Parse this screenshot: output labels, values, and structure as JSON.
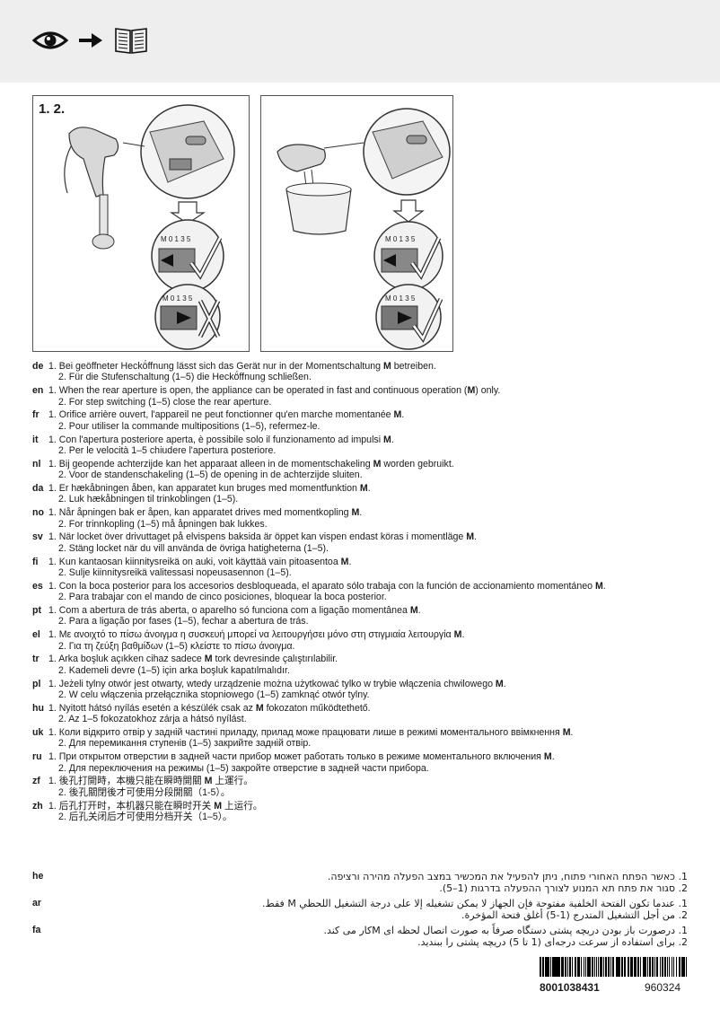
{
  "header": {
    "icons": [
      "eye-icon",
      "arrow-right-icon",
      "book-icon"
    ]
  },
  "figure": {
    "label": "1. 2.",
    "switch_labels": [
      "M",
      "0",
      "1",
      "3",
      "5"
    ]
  },
  "languages": [
    {
      "code": "de",
      "lines": [
        [
          "1. Bei geöffneter Heckö́ffnung lässt sich das Gerät nur in der Momentschaltung ",
          "M",
          " betreiben."
        ],
        [
          "2. Für die Stufenschaltung (1–5) die Heckö́ffnung schließen.",
          "",
          ""
        ]
      ]
    },
    {
      "code": "en",
      "lines": [
        [
          "1. When the rear aperture is open, the appliance can be operated in fast and continuous operation (",
          "M",
          ") only."
        ],
        [
          "2. For step switching (1–5) close the rear aperture.",
          "",
          ""
        ]
      ]
    },
    {
      "code": "fr",
      "lines": [
        [
          "1. Orifice arrière ouvert, l'appareil ne peut fonctionner qu'en marche momentanée ",
          "M",
          "."
        ],
        [
          "2. Pour utiliser la commande multipositions (1–5), refermez-le.",
          "",
          ""
        ]
      ]
    },
    {
      "code": "it",
      "lines": [
        [
          "1. Con l'apertura posteriore aperta, è possibile solo il funzionamento ad impulsi ",
          "M",
          "."
        ],
        [
          "2. Per le velocità 1–5 chiudere l'apertura posteriore.",
          "",
          ""
        ]
      ]
    },
    {
      "code": "nl",
      "lines": [
        [
          "1. Bij geopende achterzijde kan het apparaat alleen in de momentschakeling ",
          "M",
          " worden gebruikt."
        ],
        [
          "2. Voor de standenschakeling (1–5) de opening in de achterzijde sluiten.",
          "",
          ""
        ]
      ]
    },
    {
      "code": "da",
      "lines": [
        [
          "1. Er hækåbningen åben, kan apparatet kun bruges med momentfunktion ",
          "M",
          "."
        ],
        [
          "2. Luk hækåbningen til trinkoblingen (1–5).",
          "",
          ""
        ]
      ]
    },
    {
      "code": "no",
      "lines": [
        [
          "1. Når åpningen bak er åpen, kan apparatet drives med momentkopling ",
          "M",
          "."
        ],
        [
          "2. For trinnkopling (1–5) må åpningen bak lukkes.",
          "",
          ""
        ]
      ]
    },
    {
      "code": "sv",
      "lines": [
        [
          "1. När locket över drivuttaget på elvispens baksida är öppet kan vispen endast köras i momentläge ",
          "M",
          "."
        ],
        [
          "2. Stäng locket när du vill använda de övriga hatigheterna (1–5).",
          "",
          ""
        ]
      ]
    },
    {
      "code": "fi",
      "lines": [
        [
          "1. Kun kantaosan kiinnitysreikä on auki, voit käyttää vain pitoasentoa ",
          "M",
          "."
        ],
        [
          "2. Sulje kiinnitysreikä valitessasi nopeusasennon (1–5).",
          "",
          ""
        ]
      ]
    },
    {
      "code": "es",
      "lines": [
        [
          "1. Con la boca posterior para los accesorios desbloqueada, el aparato sólo trabaja con la función de accionamiento momentáneo ",
          "M",
          "."
        ],
        [
          "2. Para trabajar con el mando de cinco posiciones, bloquear la boca posterior.",
          "",
          ""
        ]
      ]
    },
    {
      "code": "pt",
      "lines": [
        [
          "1. Com a abertura de trás aberta, o aparelho só funciona com a ligação momentânea ",
          "M",
          "."
        ],
        [
          "2. Para a ligação por fases (1–5), fechar a abertura de trás.",
          "",
          ""
        ]
      ]
    },
    {
      "code": "el",
      "lines": [
        [
          "1. Με ανοιχτό το πίσω άνοιγμα η συσκευή μπορεί να λειτουργήσει μόνο στη στιγμιαία λειτουργία ",
          "M",
          "."
        ],
        [
          "2. Για τη ζεύξη βαθμίδων (1–5) κλείστε το πίσω άνοιγμα.",
          "",
          ""
        ]
      ]
    },
    {
      "code": "tr",
      "lines": [
        [
          "1. Arka boşluk açıkken cihaz sadece ",
          "M",
          " tork devresinde çalıştırılabilir."
        ],
        [
          "2. Kademeli devre (1–5) için arka boşluk kapatılmalıdır.",
          "",
          ""
        ]
      ]
    },
    {
      "code": "pl",
      "lines": [
        [
          "1. Jeżeli tylny otwór jest otwarty, wtedy urządzenie można użytkować tylko w trybie włączenia chwilowego ",
          "M",
          "."
        ],
        [
          "2. W celu włączenia przełącznika stopniowego (1–5) zamknąć otwór tylny.",
          "",
          ""
        ]
      ]
    },
    {
      "code": "hu",
      "lines": [
        [
          "1. Nyitott hátsó nyílás esetén a készülék csak az ",
          "M",
          " fokozaton működtethető."
        ],
        [
          "2. Az 1–5 fokozatokhoz zárja a hátsó nyílást.",
          "",
          ""
        ]
      ]
    },
    {
      "code": "uk",
      "lines": [
        [
          "1. Коли відкрито отвір у задній частині приладу, прилад може працювати лише в режимі моментального ввімкнення ",
          "M",
          "."
        ],
        [
          "2. Для перемикання ступенів (1–5) закрийте задній отвір.",
          "",
          ""
        ]
      ]
    },
    {
      "code": "ru",
      "lines": [
        [
          "1. При открытом отверстии в задней части прибор может работать только в режиме моментального включения ",
          "M",
          "."
        ],
        [
          "2. Для переключения на режимы (1–5) закройте отверстие в задней части прибора.",
          "",
          ""
        ]
      ]
    },
    {
      "code": "zf",
      "lines": [
        [
          "1. 後孔打開時，本機只能在瞬時開關 ",
          "M",
          " 上運行。"
        ],
        [
          "2. 後孔關閉後才可使用分段開關（1-5）。",
          "",
          ""
        ]
      ]
    },
    {
      "code": "zh",
      "lines": [
        [
          "1. 后孔打开时，本机器只能在瞬时开关 ",
          "M",
          " 上运行。"
        ],
        [
          "2. 后孔关闭后才可使用分档开关（1–5）。",
          "",
          ""
        ]
      ]
    }
  ],
  "rtl_languages": [
    {
      "code": "he",
      "lines": [
        "1. כאשר הפתח האחורי פתוח, ניתן להפעיל את המכשיר במצב הפעלה מהירה ורציפה.",
        "2. סגור את פתח תא המנוע לצורך ההפעלה בדרגות (1–5)."
      ]
    },
    {
      "code": "ar",
      "lines": [
        "1. عندما تكون الفتحة الخلفية مفتوحة فإن الجهاز لا يمكن تشغيله إلا على درجة التشغيل اللحظي M فقط.",
        "2. من أجل التشغيل المتدرج (1-5) أغلق فتحة المؤخرة."
      ]
    },
    {
      "code": "fa",
      "lines": [
        "1. درصورت باز بودن دریچه پشتی دستگاه صرفاً به صورت اتصال لحظه ای Mکار می کند.",
        "2. برای استفاده از سرعت درجه‌ای (1 تا 5) دریچه پشتی را ببندید."
      ]
    }
  ],
  "footer": {
    "product_code": "8001038431",
    "doc_number": "960324"
  }
}
